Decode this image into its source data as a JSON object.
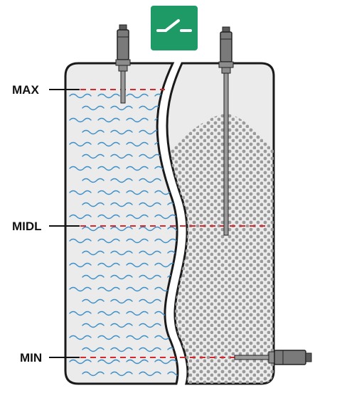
{
  "levels": {
    "max": "MAX",
    "mid": "MIDL",
    "min": "MIN"
  },
  "badge": {
    "icon": "switch-open-icon",
    "color": "#1e9a66"
  },
  "colors": {
    "tank_fill": "#ebebeb",
    "tank_stroke": "#1a1a1a",
    "level_line": "#d9262c",
    "liquid_wave": "#3d8fc7",
    "granule_dot": "#9a9a9a",
    "sensor_body": "#7a7a7a"
  },
  "tank": {
    "left_section": "liquid",
    "right_section": "bulk-solids"
  }
}
